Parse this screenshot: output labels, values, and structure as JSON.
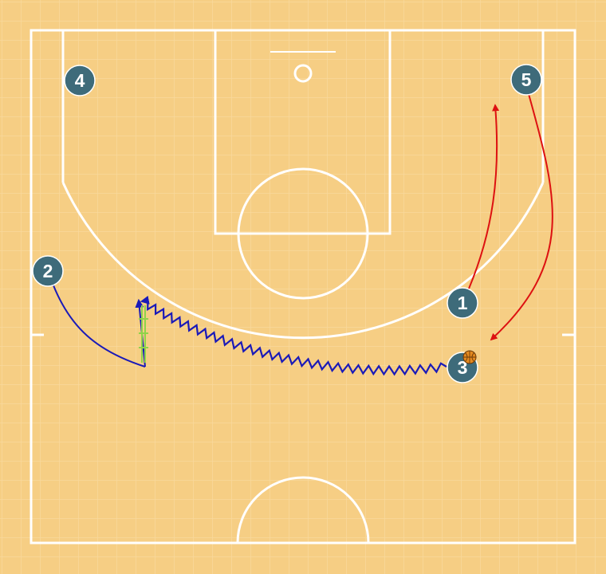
{
  "colors": {
    "court": "#f6ce84",
    "grid": "#f9d99c",
    "lines": "#ffffff",
    "player": "#3e6b7a",
    "player_outline": "#ffffff",
    "cut": "#dd1111",
    "dribble": "#1a1ab8",
    "screen": "#8fd34a",
    "ball": "#e58a1f"
  },
  "players": [
    {
      "id": "p1",
      "label": "1"
    },
    {
      "id": "p2",
      "label": "2"
    },
    {
      "id": "p3",
      "label": "3",
      "has_ball": true
    },
    {
      "id": "p4",
      "label": "4"
    },
    {
      "id": "p5",
      "label": "5"
    }
  ],
  "actions": [
    {
      "type": "cut",
      "player": "1"
    },
    {
      "type": "cut",
      "player": "5"
    },
    {
      "type": "move",
      "player": "2"
    },
    {
      "type": "dribble",
      "player": "3"
    },
    {
      "type": "screen",
      "player": "2"
    }
  ]
}
